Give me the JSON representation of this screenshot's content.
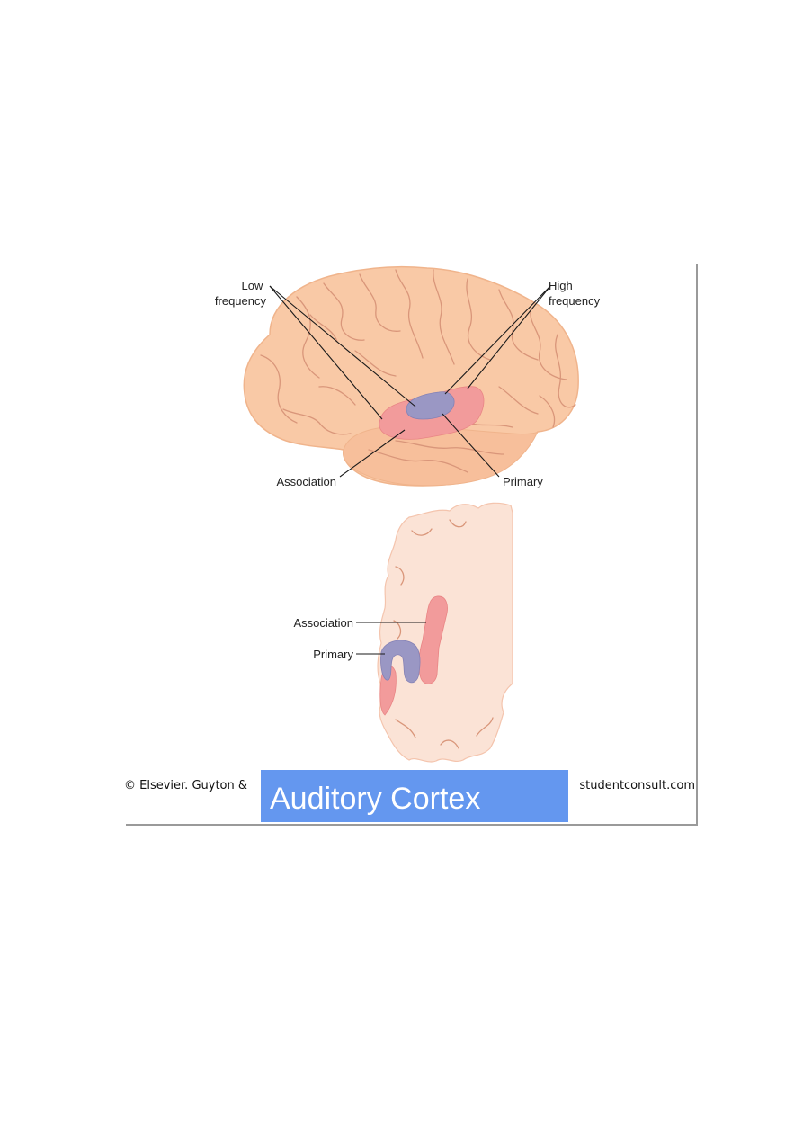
{
  "figure": {
    "lateral_view": {
      "low_frequency_label": [
        "Low",
        "frequency"
      ],
      "high_frequency_label": [
        "High",
        "frequency"
      ],
      "association_label": "Association",
      "primary_label": "Primary"
    },
    "coronal_view": {
      "association_label": "Association",
      "primary_label": "Primary"
    },
    "credit_left": "© Elsevier. Guyton &",
    "credit_right": "studentconsult.com",
    "banner_title": "Auditory Cortex"
  },
  "colors": {
    "brain_fill": "#f9c9a6",
    "coronal_fill": "#fbe3d6",
    "association_area": "#f29b9b",
    "primary_area": "#9a97c4",
    "banner": "#6497ef",
    "frame_shadow": "#9a9a9a"
  }
}
